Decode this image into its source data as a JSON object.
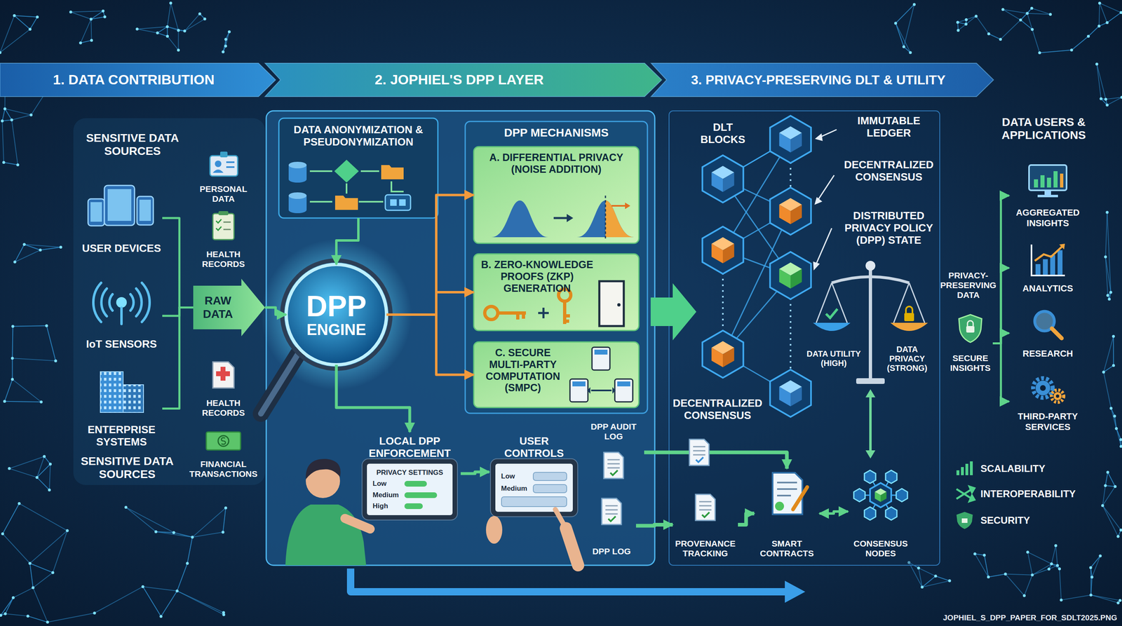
{
  "diagram": {
    "nodes": [
      {
        "text": [
          "1. DATA CONTRIBUTION"
        ]
      },
      {
        "text": [
          "2. JOPHIEL'S DPP LAYER"
        ]
      },
      {
        "text": [
          "3. PRIVACY-PRESERVING DLT & UTILITY"
        ]
      },
      {
        "text": [
          "USER DEVICES"
        ]
      },
      {
        "text": [
          "IoT SENSORS"
        ]
      },
      {
        "text": [
          "ENTERPRISE SYSTEMS"
        ]
      },
      {
        "text": [
          "PERSONAL DATA"
        ]
      },
      {
        "text": [
          "HEALTH RECORDS"
        ]
      },
      {
        "text": [
          "HEALTH RECORDS"
        ]
      },
      {
        "text": [
          "FINANCIAL TRANSACTIONS"
        ]
      },
      {
        "text": [
          "RAW DATA"
        ]
      },
      {
        "text": [
          "DATA ANONYMIZATION & PSEUDONYMIZATION"
        ]
      },
      {
        "text": [
          "DPP",
          "ENGINE"
        ]
      },
      {
        "text": [
          "DPP MECHANISMS"
        ]
      },
      {
        "text": [
          "A. DIFFERENTIAL PRIVACY (NOISE ADDITION)"
        ],
        "in": 13
      },
      {
        "text": [
          "B. ZERO-KNOWLEDGE PROOFS (ZKP) GENERATION"
        ],
        "in": 13
      },
      {
        "text": [
          "C. SECURE MULTI-PARTY COMPUTATION (SMPC)"
        ],
        "in": 13
      },
      {
        "text": [
          "LOCAL DPP ENFORCEMENT",
          "PRIVACY SETTINGS",
          "Low",
          "Medium",
          "High"
        ]
      },
      {
        "text": [
          "USER CONTROLS",
          "Low",
          "Medium"
        ]
      },
      {
        "text": [
          "DPP AUDIT LOG"
        ]
      },
      {
        "text": [
          "DPP LOG"
        ]
      },
      {
        "text": [
          "PROVENANCE TRACKING"
        ]
      },
      {
        "text": [
          "SMART CONTRACTS"
        ]
      },
      {
        "text": [
          "CONSENSUS NODES"
        ]
      },
      {
        "text": [
          "SECURE INSIGHTS"
        ]
      },
      {
        "text": [
          "AGGREGATED INSIGHTS"
        ]
      },
      {
        "text": [
          "ANALYTICS"
        ]
      },
      {
        "text": [
          "RESEARCH"
        ]
      },
      {
        "text": [
          "THIRD-PARTY SERVICES"
        ]
      }
    ],
    "edges": [
      {
        "from": 3,
        "to": 10,
        "arrow": "none"
      },
      {
        "from": 4,
        "to": 10,
        "arrow": "none"
      },
      {
        "from": 5,
        "to": 10,
        "arrow": "none"
      },
      {
        "from": 10,
        "to": 12,
        "arrow": "to"
      },
      {
        "from": 11,
        "to": 12,
        "arrow": "to"
      },
      {
        "from": 12,
        "to": 14,
        "arrow": "to"
      },
      {
        "from": 12,
        "to": 15,
        "arrow": "to"
      },
      {
        "from": 12,
        "to": 16,
        "arrow": "to"
      },
      {
        "from": 12,
        "to": 17,
        "arrow": "to"
      },
      {
        "from": 17,
        "to": 18,
        "arrow": "to"
      },
      {
        "from": 19,
        "to": 22,
        "arrow": "to"
      },
      {
        "from": 20,
        "to": 21,
        "arrow": "to"
      },
      {
        "from": 21,
        "to": 22,
        "arrow": "to"
      },
      {
        "from": 22,
        "to": 23,
        "arrow": "both"
      },
      {
        "from": 24,
        "to": 25,
        "arrow": "to"
      },
      {
        "from": 24,
        "to": 26,
        "arrow": "to"
      },
      {
        "from": 24,
        "to": 27,
        "arrow": "to"
      },
      {
        "from": 24,
        "to": 28,
        "arrow": "to"
      }
    ],
    "labels": [
      "SENSITIVE DATA SOURCES",
      "SENSITIVE DATA SOURCES",
      "DLT BLOCKS",
      "IMMUTABLE LEDGER",
      "DECENTRALIZED CONSENSUS",
      "DISTRIBUTED PRIVACY POLICY (DPP) STATE",
      "DECENTRALIZED CONSENSUS",
      "DATA UTILITY (HIGH)",
      "DATA PRIVACY (STRONG)",
      "DATA USERS & APPLICATIONS",
      "PRIVACY-PRESERVING DATA",
      "SCALABILITY",
      "INTEROPERABILITY",
      "SECURITY",
      "JOPHIEL_S_DPP_PAPER_FOR_SDLT2025.PNG"
    ]
  }
}
